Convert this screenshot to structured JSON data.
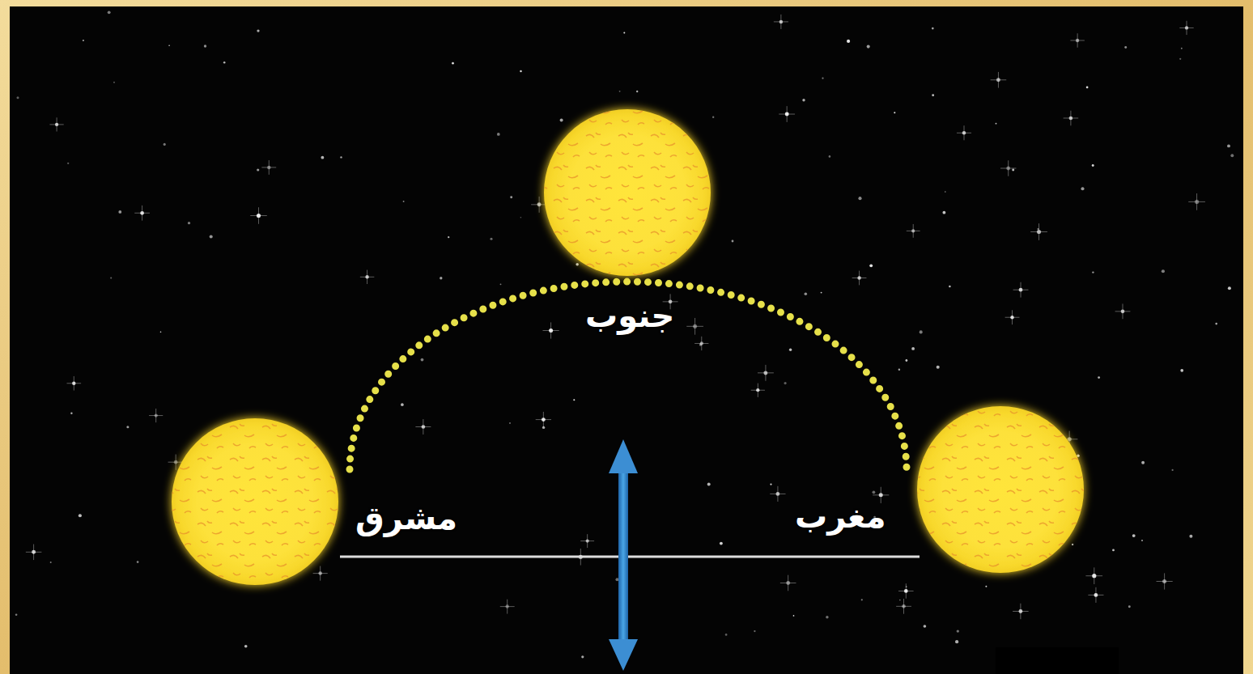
{
  "diagram": {
    "labels": [
      "جنوب",
      "مشرق",
      "مغرب"
    ]
  }
}
